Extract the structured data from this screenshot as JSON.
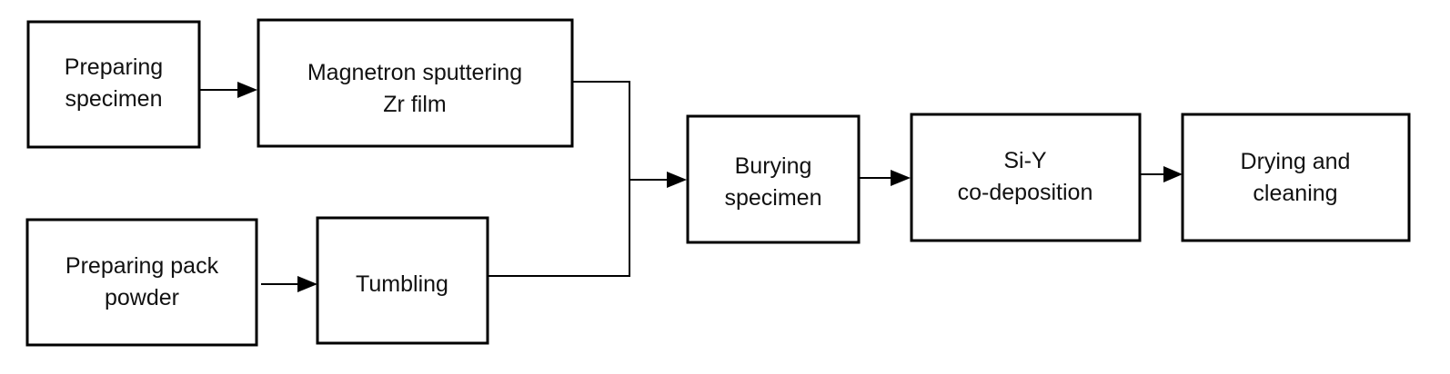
{
  "diagram": {
    "type": "process-flowchart",
    "steps": {
      "preparing_specimen": {
        "line1": "Preparing",
        "line2": "specimen"
      },
      "magnetron_sputtering": {
        "line1": "Magnetron sputtering",
        "line2": "Zr film"
      },
      "preparing_pack_powder": {
        "line1": "Preparing pack",
        "line2": "powder"
      },
      "tumbling": {
        "line1": "Tumbling"
      },
      "burying_specimen": {
        "line1": "Burying",
        "line2": "specimen"
      },
      "si_y_codeposition": {
        "line1": "Si-Y",
        "line2": "co-deposition"
      },
      "drying_cleaning": {
        "line1": "Drying and",
        "line2": "cleaning"
      }
    },
    "flow": [
      {
        "from": "Preparing specimen",
        "to": "Magnetron sputtering Zr film"
      },
      {
        "from": "Preparing pack powder",
        "to": "Tumbling"
      },
      {
        "from": "Magnetron sputtering Zr film",
        "to": "Burying specimen"
      },
      {
        "from": "Tumbling",
        "to": "Burying specimen"
      },
      {
        "from": "Burying specimen",
        "to": "Si-Y co-deposition"
      },
      {
        "from": "Si-Y co-deposition",
        "to": "Drying and cleaning"
      }
    ]
  }
}
